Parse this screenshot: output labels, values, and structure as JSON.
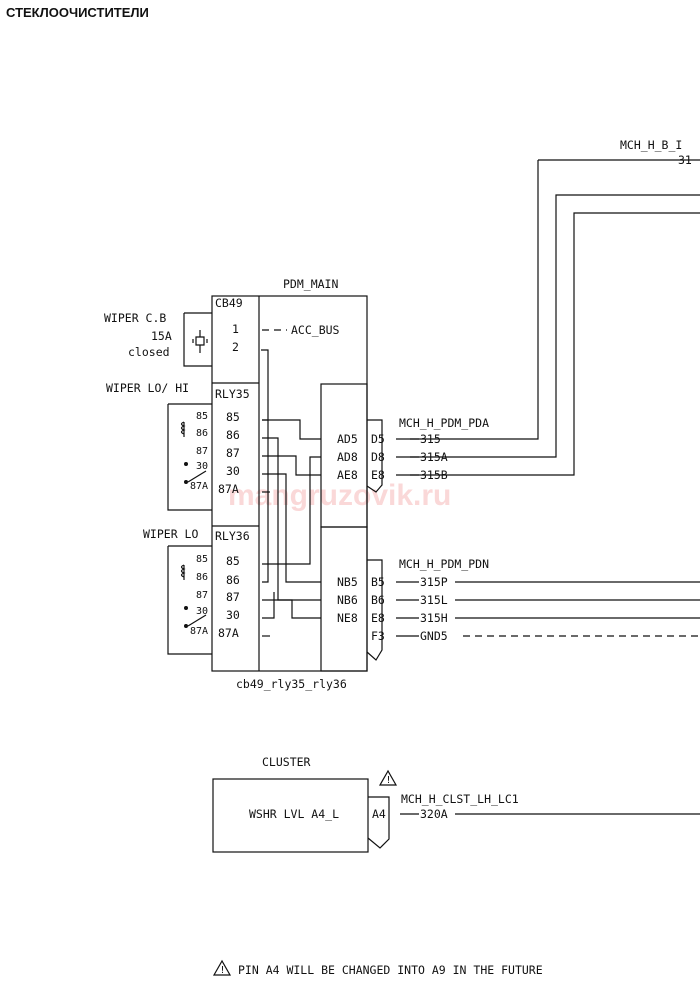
{
  "page": {
    "title": "СТЕКЛООЧИСТИТЕЛИ",
    "watermark": "mangruzovik.ru",
    "footnote": "PIN A4 WILL BE CHANGED INTO A9 IN THE FUTURE"
  },
  "top_connector": {
    "name": "MCH_H_B_I",
    "wire": "31"
  },
  "pdm": {
    "title": "PDM_MAIN",
    "footer": "cb49_rly35_rly36",
    "cb": {
      "name": "CB49",
      "pin1": "1",
      "pin2": "2",
      "bus": "ACC_BUS"
    },
    "wiper_cb": {
      "label": "WIPER C.B",
      "rating": "15A",
      "state": "closed"
    },
    "rly35": {
      "name": "RLY35",
      "label": "WIPER LO/ HI",
      "pins": [
        "85",
        "86",
        "87",
        "30",
        "87A"
      ]
    },
    "rly36": {
      "name": "RLY36",
      "label": "WIPER LO",
      "pins": [
        "85",
        "86",
        "87",
        "30",
        "87A"
      ]
    },
    "pda": {
      "connector": "MCH_H_PDM_PDA",
      "rows": [
        {
          "internal": "AD5",
          "pin": "D5",
          "wire": "315"
        },
        {
          "internal": "AD8",
          "pin": "D8",
          "wire": "315A"
        },
        {
          "internal": "AE8",
          "pin": "E8",
          "wire": "315B"
        }
      ]
    },
    "pdn": {
      "connector": "MCH_H_PDM_PDN",
      "rows": [
        {
          "internal": "NB5",
          "pin": "B5",
          "wire": "315P"
        },
        {
          "internal": "NB6",
          "pin": "B6",
          "wire": "315L"
        },
        {
          "internal": "NE8",
          "pin": "E8",
          "wire": "315H"
        },
        {
          "internal": "",
          "pin": "F3",
          "wire": "GND5"
        }
      ]
    }
  },
  "cluster": {
    "title": "CLUSTER",
    "signal": "WSHR LVL A4_L",
    "pin": "A4",
    "connector": "MCH_H_CLST_LH_LC1",
    "wire": "320A",
    "warning": "!"
  }
}
